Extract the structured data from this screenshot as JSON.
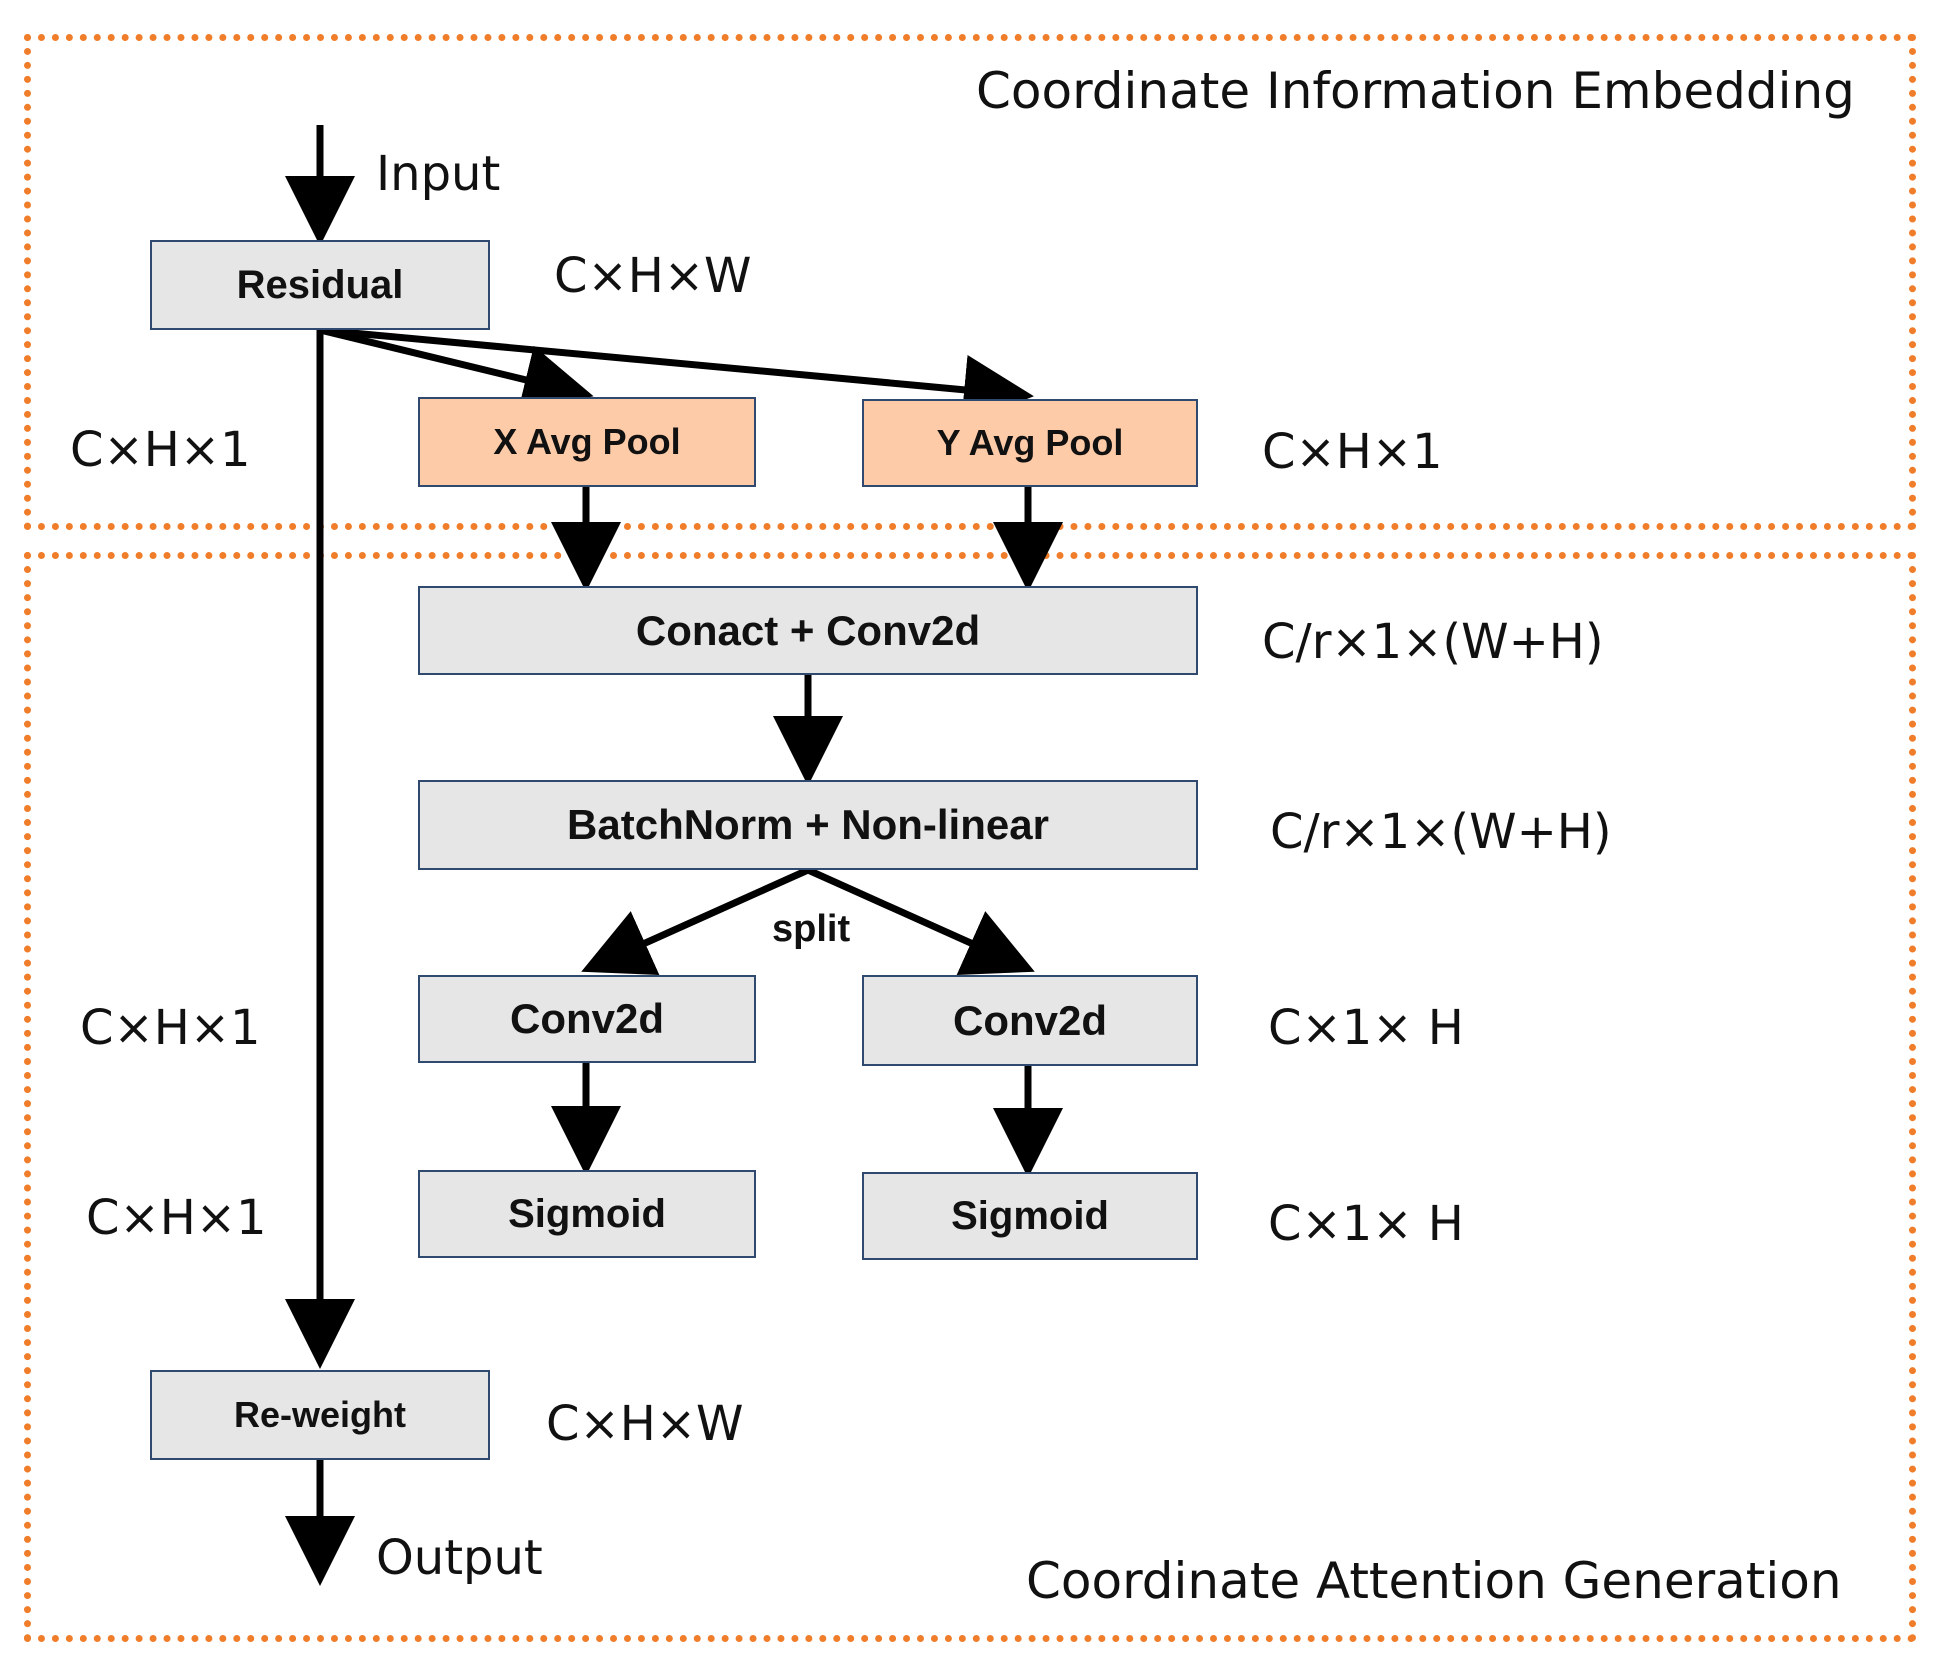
{
  "regions": {
    "embedding_title": "Coordinate Information Embedding",
    "generation_title": "Coordinate Attention Generation"
  },
  "io": {
    "input": "Input",
    "output": "Output"
  },
  "nodes": {
    "residual": "Residual",
    "x_pool": "X Avg Pool",
    "y_pool": "Y Avg Pool",
    "concat": "Conact + Conv2d",
    "batchnorm": "BatchNorm + Non-linear",
    "conv_left": "Conv2d",
    "conv_right": "Conv2d",
    "sigmoid_left": "Sigmoid",
    "sigmoid_right": "Sigmoid",
    "reweight": "Re-weight"
  },
  "edge_labels": {
    "split": "split"
  },
  "dims": {
    "residual": "C×H×W",
    "pool_left": "C×H×1",
    "pool_right": "C×H×1",
    "concat": "C/r×1×(W+H)",
    "batchnorm": "C/r×1×(W+H)",
    "conv_left": "C×H×1",
    "conv_right": "C×1× H",
    "sigmoid_left": "C×H×1",
    "sigmoid_right": "C×1× H",
    "reweight": "C×H×W"
  },
  "colors": {
    "border": "#f07d2a",
    "box_fill": "#e6e6e6",
    "pool_fill": "#fdcba8",
    "box_stroke": "#2f4a6e",
    "arrow": "#000000"
  }
}
